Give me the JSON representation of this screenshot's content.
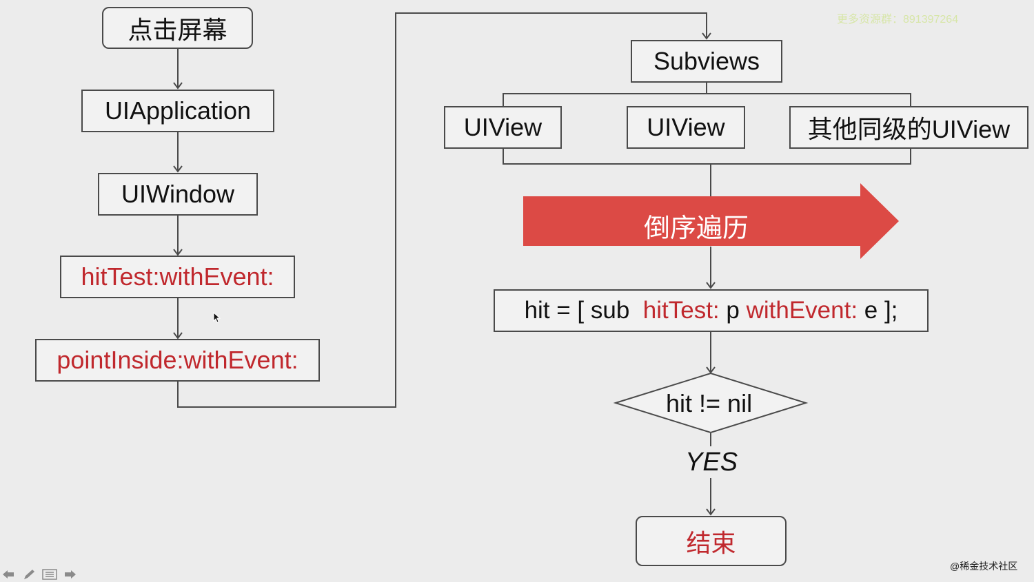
{
  "flowchart": {
    "left_column": {
      "tap_screen": "点击屏幕",
      "ui_application": "UIApplication",
      "ui_window": "UIWindow",
      "hit_test": "hitTest:withEvent:",
      "point_inside": "pointInside:withEvent:"
    },
    "right_column": {
      "subviews": "Subviews",
      "uiview_1": "UIView",
      "uiview_2": "UIView",
      "sibling_uiview": "其他同级的UIView",
      "reverse_traversal": "倒序遍历",
      "code": {
        "p1": "hit = [ sub  ",
        "k1": "hitTest:",
        "p2": " p ",
        "k2": "withEvent:",
        "p3": " e ];"
      },
      "condition": "hit != nil",
      "yes_label": "YES",
      "end": "结束"
    }
  },
  "watermarks": {
    "top_right": "更多资源群：891397264",
    "bottom_right": "@稀金技术社区"
  },
  "colors": {
    "accent_red": "#c0282d",
    "banner_red": "#dc4a45",
    "line": "#4a4a4a",
    "background": "#ececec"
  },
  "toolbar_icons": [
    "arrow-left-icon",
    "pen-icon",
    "menu-icon",
    "arrow-right-icon"
  ]
}
